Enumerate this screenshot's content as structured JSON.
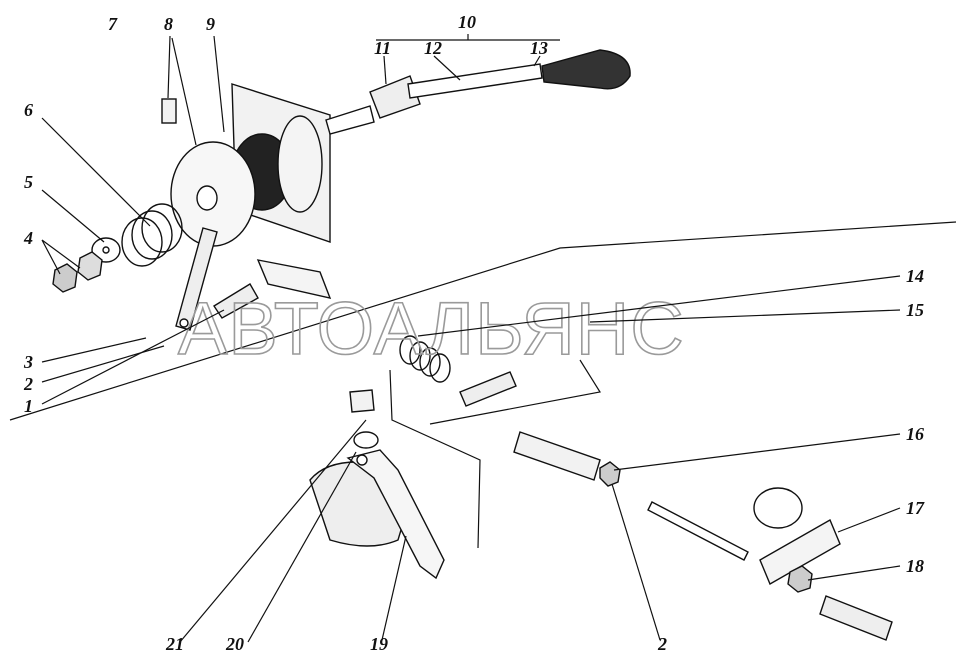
{
  "watermark": "АВТОАЛЬЯНС",
  "callouts": [
    "1",
    "2",
    "3",
    "4",
    "5",
    "6",
    "7",
    "8",
    "9",
    "10",
    "11",
    "12",
    "13",
    "14",
    "15",
    "16",
    "17",
    "18",
    "19",
    "20",
    "21",
    "2"
  ],
  "colors": {
    "ink": "#111111",
    "paper": "#ffffff",
    "watermark": "#9a9a9a"
  }
}
